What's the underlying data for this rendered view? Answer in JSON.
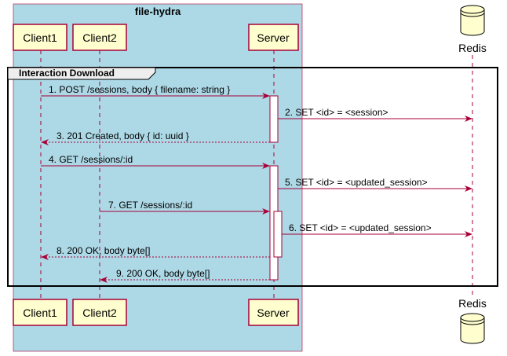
{
  "box": {
    "title": "file-hydra",
    "color": "#ADD8E6"
  },
  "participants": [
    {
      "id": "client1",
      "label": "Client1"
    },
    {
      "id": "client2",
      "label": "Client2"
    },
    {
      "id": "server",
      "label": "Server"
    },
    {
      "id": "redis",
      "label": "Redis",
      "kind": "database"
    }
  ],
  "group": {
    "label": "Interaction Download"
  },
  "messages": [
    {
      "from": "client1",
      "to": "server",
      "label": "1. POST /sessions, body { filename: string }",
      "style": "solid"
    },
    {
      "from": "server",
      "to": "redis",
      "label": "2. SET <id> = <session>",
      "style": "solid"
    },
    {
      "from": "server",
      "to": "client1",
      "label": "3. 201 Created, body { id: uuid }",
      "style": "dashed"
    },
    {
      "from": "client1",
      "to": "server",
      "label": "4. GET /sessions/:id",
      "style": "solid"
    },
    {
      "from": "server",
      "to": "redis",
      "label": "5. SET <id> = <updated_session>",
      "style": "solid"
    },
    {
      "from": "client2",
      "to": "server",
      "label": "7. GET /sessions/:id",
      "style": "solid"
    },
    {
      "from": "server",
      "to": "redis",
      "label": "6. SET <id> = <updated_session>",
      "style": "solid"
    },
    {
      "from": "server",
      "to": "client1",
      "label": "8. 200 OK, body byte[]",
      "style": "dashed"
    },
    {
      "from": "server",
      "to": "client2",
      "label": "9. 200 OK, body byte[]",
      "style": "dashed"
    }
  ],
  "colors": {
    "arrow": "#A80036",
    "participant_fill": "#FEFECE",
    "participant_border": "#A80036",
    "activation_fill": "#FFFFFF"
  }
}
